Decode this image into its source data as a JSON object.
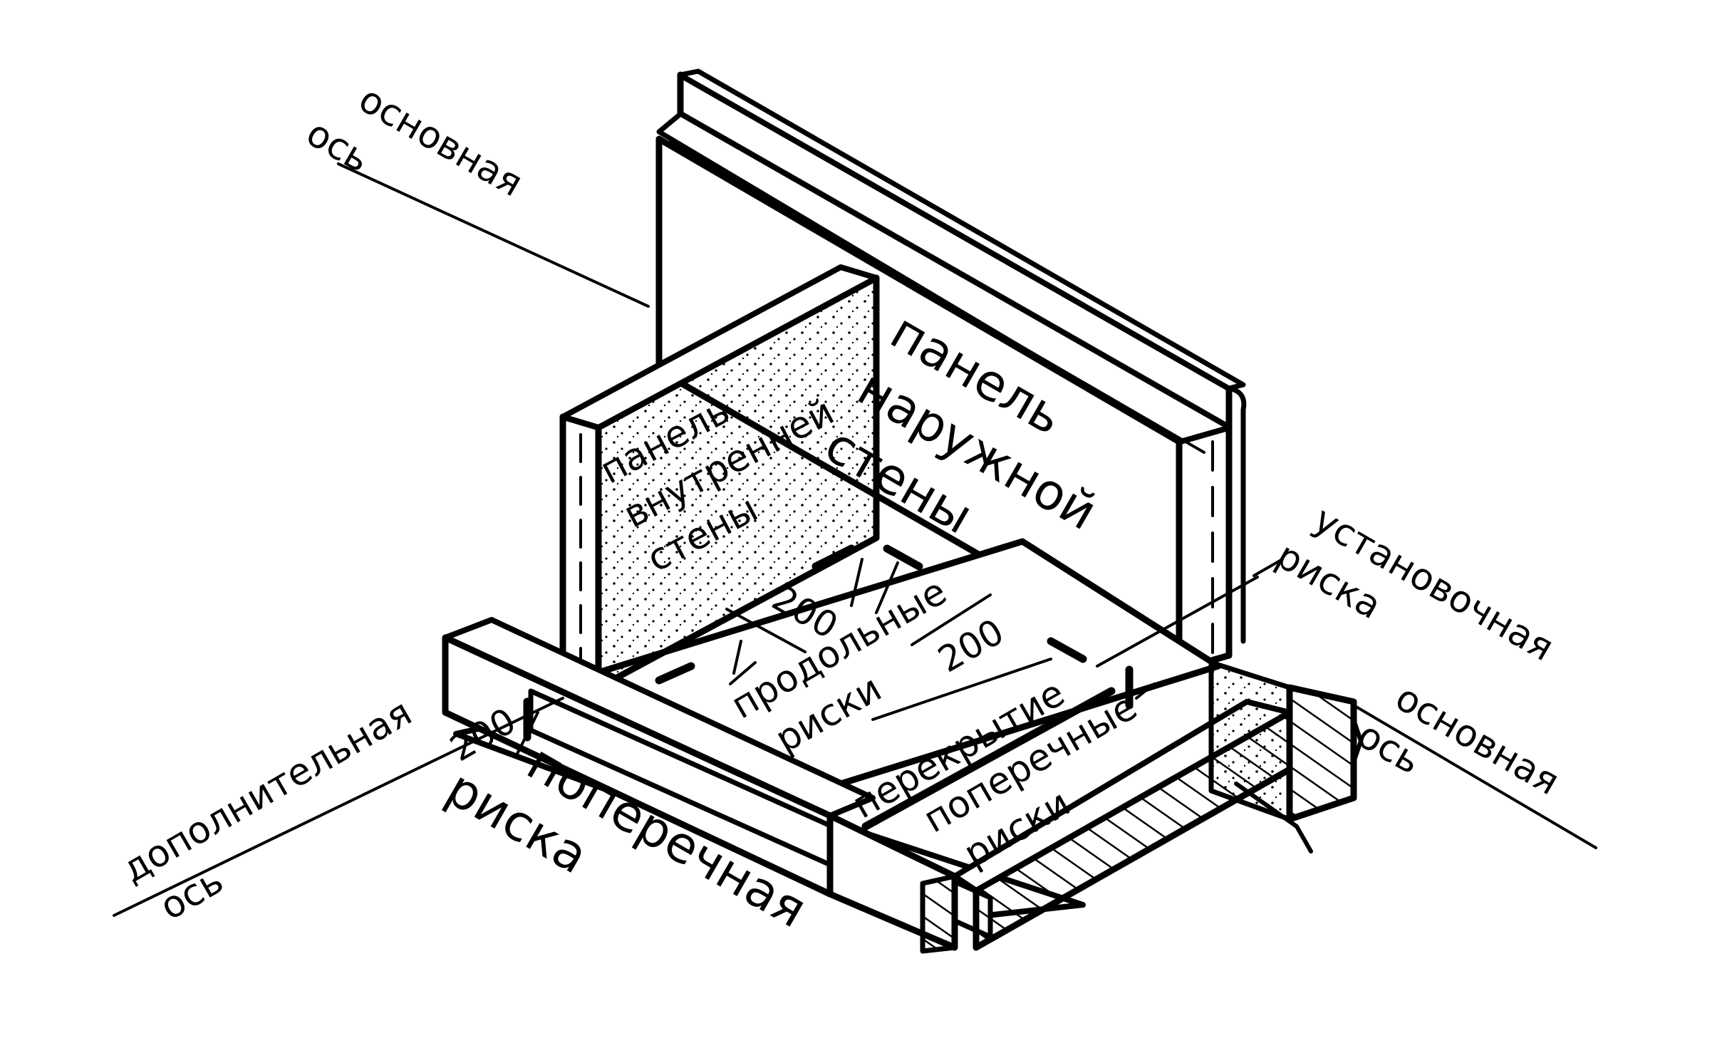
{
  "labels": {
    "main_axis_top": [
      "основная",
      "ось"
    ],
    "inner_panel": [
      "панель",
      "внутренней",
      "стены"
    ],
    "outer_panel": [
      "панель",
      "наружной",
      "стены"
    ],
    "setting_mark": [
      "установочная",
      "риска"
    ],
    "main_axis_right": [
      "основная",
      "ось"
    ],
    "longitudinal_marks": [
      "продольные",
      "риски"
    ],
    "slab": "перекрытие",
    "transverse_marks": [
      "поперечные",
      "риски"
    ],
    "additional_axis": [
      "дополнительная",
      "ось"
    ],
    "transverse_mark": [
      "поперечная",
      "риска"
    ]
  },
  "dimensions": {
    "dim_left": "200",
    "dim_center_top": "200",
    "dim_center_right": "200"
  }
}
